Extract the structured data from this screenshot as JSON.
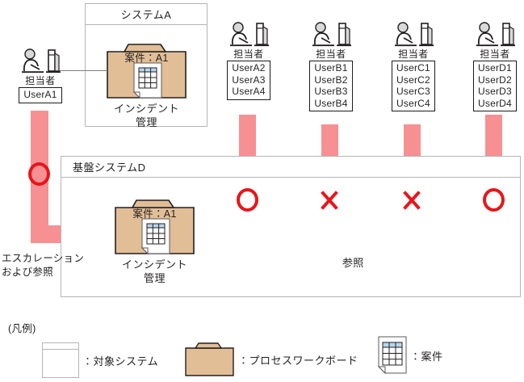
{
  "diagram": {
    "systems": [
      {
        "id": "system-a",
        "label": "システムA"
      },
      {
        "id": "base-system-d",
        "label": "基盤システムD"
      }
    ],
    "workboards": [
      {
        "id": "workboard-a",
        "title": "案件：A1",
        "caption_line1": "インシデント",
        "caption_line2": "管理"
      },
      {
        "id": "workboard-d",
        "title": "案件：A1",
        "caption_line1": "インシデント",
        "caption_line2": "管理"
      }
    ],
    "actors": [
      {
        "id": "actor-a1",
        "role": "担当者",
        "users": [
          "UserA1"
        ],
        "marker": "circle"
      },
      {
        "id": "actor-a2",
        "role": "担当者",
        "users": [
          "UserA2",
          "UserA3",
          "UserA4"
        ],
        "marker": "circle"
      },
      {
        "id": "actor-b",
        "role": "担当者",
        "users": [
          "UserB1",
          "UserB2",
          "UserB3",
          "UserB4"
        ],
        "marker": "cross"
      },
      {
        "id": "actor-c",
        "role": "担当者",
        "users": [
          "UserC1",
          "UserC2",
          "UserC3",
          "UserC4"
        ],
        "marker": "cross"
      },
      {
        "id": "actor-d",
        "role": "担当者",
        "users": [
          "UserD1",
          "UserD2",
          "UserD3",
          "UserD4"
        ],
        "marker": "circle"
      }
    ],
    "flow_labels": {
      "escalation_line1": "エスカレーション",
      "escalation_line2": "および参照",
      "reference": "参照"
    },
    "legend": {
      "title": "(凡例)",
      "items": [
        {
          "id": "legend-target-system",
          "text": "：対象システム",
          "icon": "system-box-icon"
        },
        {
          "id": "legend-process-workboard",
          "text": "：プロセスワークボード",
          "icon": "folder-icon"
        },
        {
          "id": "legend-case",
          "text": "：案件",
          "icon": "document-table-icon"
        }
      ]
    },
    "colors": {
      "flow_pink": "#F79093",
      "marker_red": "#E8151A",
      "folder_tan": "#E2BE96",
      "folder_outline": "#231f20",
      "box_border": "#B5B5B5",
      "table_header_blue": "#B8D7EE"
    }
  }
}
